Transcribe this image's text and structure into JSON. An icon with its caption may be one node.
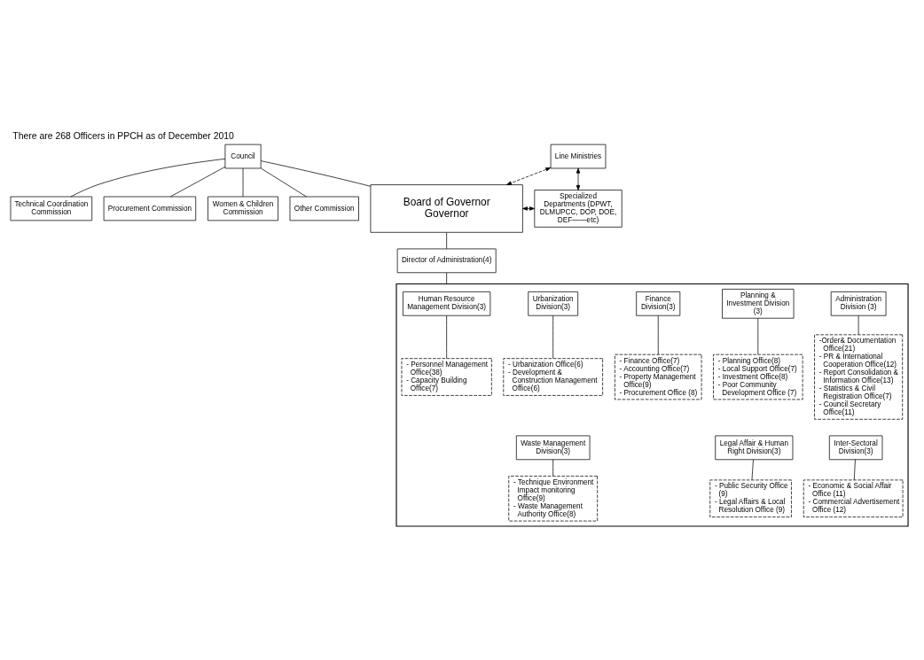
{
  "diagram": {
    "title": "There are 268 Officers in PPCH as of December 2010",
    "nodes": [
      {
        "text": [
          "Council"
        ]
      },
      {
        "text": [
          "Technical Coordination Commission"
        ]
      },
      {
        "text": [
          "Procurement Commission"
        ]
      },
      {
        "text": [
          "Women & Children Commission"
        ]
      },
      {
        "text": [
          "Other Commission"
        ]
      },
      {
        "text": [
          "Line Ministries"
        ]
      },
      {
        "text": [
          "Board of Governor",
          "Governor"
        ]
      },
      {
        "text": [
          "Specialized Departments (DPWT, DLMUPCC, DOP, DOE, DEF——etc)"
        ]
      },
      {
        "text": [
          "Director of Administration(4)"
        ]
      },
      {
        "text": [],
        "shape": "box"
      },
      {
        "text": [
          "Administration Division (3)"
        ],
        "in": 9
      },
      {
        "text": [
          "-Order& Documentation Office(21)",
          "- PR & International Cooperation Office(12)",
          "- Report Consolidation & Information Office(13)",
          "- Statistics & Civil Registration Office(7)",
          "- Council Secretary Office(11)"
        ],
        "in": 9
      },
      {
        "text": [
          "Planning & Investment Division (3)"
        ],
        "in": 9
      },
      {
        "text": [
          "- Planning Office(8)",
          "- Local Support Office(7)",
          "- Investment Office(8)",
          "- Poor Community Development Office (7)"
        ],
        "in": 9
      },
      {
        "text": [
          "Finance Division(3)"
        ],
        "in": 9
      },
      {
        "text": [
          "- Finance Office(7)",
          "- Accounting Office(7)",
          "- Property Management Office(9)",
          "- Procurement Office (8)"
        ],
        "in": 9
      },
      {
        "text": [
          "Urbanization Division(3)"
        ],
        "in": 9
      },
      {
        "text": [
          "- Urbanization Office(6)",
          "- Development & Construction Management Office(6)"
        ],
        "in": 9
      },
      {
        "text": [
          "Human Resource Management Division(3)"
        ],
        "in": 9
      },
      {
        "text": [
          "- Personnel Management Office(38)",
          "- Capacity Building Office(7)"
        ],
        "in": 9
      },
      {
        "text": [
          "Inter-Sectoral Division(3)"
        ],
        "in": 9
      },
      {
        "text": [
          "- Economic & Social Affair Office (11)",
          "- Commercial Advertisement Office (12)"
        ],
        "in": 9
      },
      {
        "text": [
          "Legal Affair & Human Right Division(3)"
        ],
        "in": 9
      },
      {
        "text": [
          "- Public Security Office (9)",
          "- Legal Affairs & Local Resolution Office (9)"
        ],
        "in": 9
      },
      {
        "text": [
          "Waste Management Division(3)"
        ],
        "in": 9
      },
      {
        "text": [
          "- Technique Environment Impact monitoring Office(9)",
          "- Waste Management Authority Office(8)"
        ],
        "in": 9
      }
    ],
    "edges": [
      {
        "from": 0,
        "to": 1,
        "arrow": "none"
      },
      {
        "from": 0,
        "to": 2,
        "arrow": "none"
      },
      {
        "from": 0,
        "to": 3,
        "arrow": "none"
      },
      {
        "from": 0,
        "to": 4,
        "arrow": "none"
      },
      {
        "from": 0,
        "to": 6,
        "arrow": "none"
      },
      {
        "from": 5,
        "to": 6,
        "arrow": "both",
        "style": "dashed"
      },
      {
        "from": 5,
        "to": 7,
        "arrow": "both"
      },
      {
        "from": 6,
        "to": 7,
        "arrow": "both",
        "style": "dashed"
      },
      {
        "from": 6,
        "to": 8,
        "arrow": "none"
      },
      {
        "from": 8,
        "to": 9,
        "arrow": "none"
      },
      {
        "from": 10,
        "to": 11,
        "arrow": "none"
      },
      {
        "from": 12,
        "to": 13,
        "arrow": "none"
      },
      {
        "from": 14,
        "to": 15,
        "arrow": "none"
      },
      {
        "from": 16,
        "to": 17,
        "arrow": "none"
      },
      {
        "from": 18,
        "to": 19,
        "arrow": "none"
      },
      {
        "from": 20,
        "to": 21,
        "arrow": "none"
      },
      {
        "from": 22,
        "to": 23,
        "arrow": "none"
      },
      {
        "from": 24,
        "to": 25,
        "arrow": "none"
      }
    ]
  }
}
